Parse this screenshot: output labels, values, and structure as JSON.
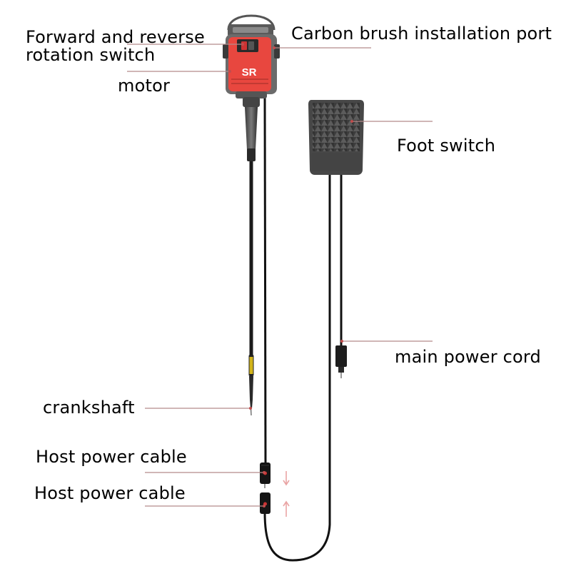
{
  "labels": {
    "forward_reverse_line1": "Forward and reverse",
    "forward_reverse_line2": "rotation switch",
    "carbon_brush": "Carbon brush installation port",
    "motor": "motor",
    "foot_switch": "Foot switch",
    "main_power_cord": "main power cord",
    "crankshaft": "crankshaft",
    "host_power_cable_1": "Host power cable",
    "host_power_cable_2": "Host power cable"
  },
  "product": {
    "motor_badge": "SR"
  },
  "colors": {
    "leader_line": "#b58a8a",
    "motor_red": "#e8473f",
    "motor_gray": "#6b6b6b",
    "cable_black": "#111111",
    "foot_pedal": "#4a4a4a",
    "arrow_pink": "#e9a3a3",
    "sleeve_yellow": "#e6c419"
  }
}
